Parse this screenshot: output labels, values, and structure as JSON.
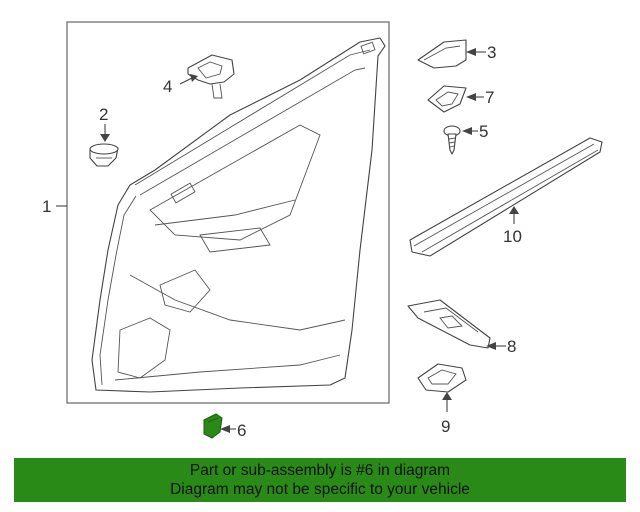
{
  "callouts": {
    "c1": "1",
    "c2": "2",
    "c3": "3",
    "c4": "4",
    "c5": "5",
    "c6": "6",
    "c7": "7",
    "c8": "8",
    "c9": "9",
    "c10": "10"
  },
  "highlight_color": "#2a8a18",
  "highlighted_part": "6",
  "banner": {
    "line1": "Part or sub-assembly is #6 in diagram",
    "line2": "Diagram may not be specific to your vehicle"
  }
}
